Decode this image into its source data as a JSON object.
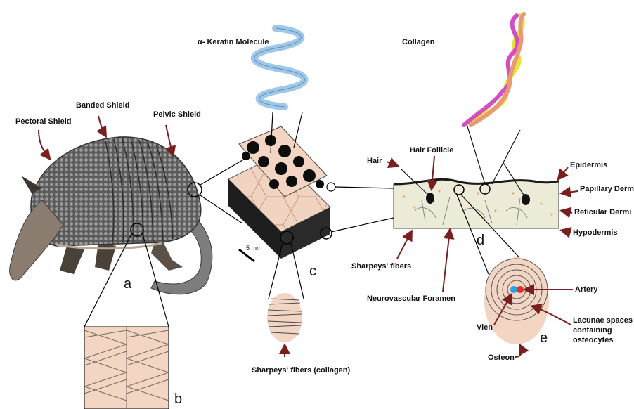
{
  "labels": {
    "pectoral_shield": "Pectoral Shield",
    "banded_shield": "Banded Shield",
    "pelvic_shield": "Pelvic Shield",
    "keratin": "α- Keratin Molecule",
    "collagen": "Collagen",
    "hair": "Hair",
    "hair_follicle": "Hair Follicle",
    "epidermis": "Epidermis",
    "papillary": "Papillary Dermi",
    "reticular": "Reticular Dermi",
    "hypodermis": "Hypodermis",
    "sharpeys_fibers": "Sharpeys' fibers",
    "neurovascular": "Neurovascular Foramen",
    "artery": "Artery",
    "vien": "Vien",
    "lacunae_1": "Lacunae spaces",
    "lacunae_2": "containing",
    "lacunae_3": "osteocytes",
    "osteon": "Osteon",
    "sharpeys_collagen": "Sharpeys' fibers (collagen)",
    "scale_bar": "5 mm"
  },
  "panels": {
    "a": "a",
    "b": "b",
    "c": "c",
    "d": "d",
    "e": "e"
  },
  "colors": {
    "tissue": "#f3d5c4",
    "dermis": "#ecebd8",
    "label_arrow": "#7a1f1f",
    "collagen_pink": "#d14fc0",
    "collagen_yellow": "#e8e23a",
    "collagen_salmon": "#e89a74",
    "keratin_blue": "#9fc7e8",
    "artery": "#e0302a",
    "vein": "#2f9fe0"
  }
}
